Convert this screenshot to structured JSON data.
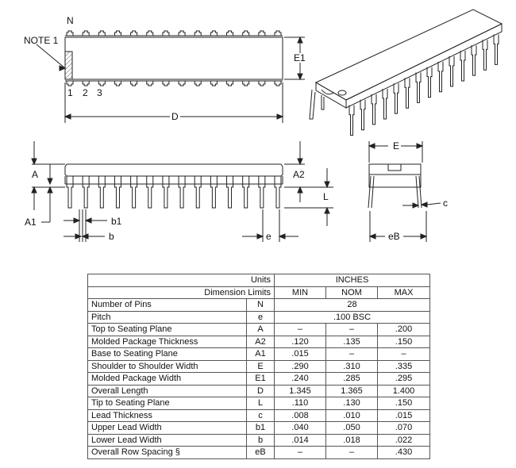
{
  "drawing": {
    "labels": {
      "N": "N",
      "note": "NOTE 1",
      "pin1": "1",
      "pin2": "2",
      "pin3": "3",
      "E1": "E1",
      "D": "D",
      "A": "A",
      "A1": "A1",
      "A2": "A2",
      "L": "L",
      "b1": "b1",
      "b": "b",
      "e": "e",
      "E": "E",
      "c": "c",
      "eB": "eB"
    },
    "pin_count": 28
  },
  "table": {
    "units_label": "Units",
    "units_value": "INCHES",
    "dim_limits_label": "Dimension Limits",
    "col_min": "MIN",
    "col_nom": "NOM",
    "col_max": "MAX",
    "rows": [
      {
        "name": "Number of Pins",
        "sym": "N",
        "span": "28"
      },
      {
        "name": "Pitch",
        "sym": "e",
        "span": ".100 BSC"
      },
      {
        "name": "Top to Seating Plane",
        "sym": "A",
        "min": "–",
        "nom": "–",
        "max": ".200"
      },
      {
        "name": "Molded Package Thickness",
        "sym": "A2",
        "min": ".120",
        "nom": ".135",
        "max": ".150"
      },
      {
        "name": "Base to Seating Plane",
        "sym": "A1",
        "min": ".015",
        "nom": "–",
        "max": "–"
      },
      {
        "name": "Shoulder to Shoulder Width",
        "sym": "E",
        "min": ".290",
        "nom": ".310",
        "max": ".335"
      },
      {
        "name": "Molded Package Width",
        "sym": "E1",
        "min": ".240",
        "nom": ".285",
        "max": ".295"
      },
      {
        "name": "Overall Length",
        "sym": "D",
        "min": "1.345",
        "nom": "1.365",
        "max": "1.400"
      },
      {
        "name": "Tip to Seating Plane",
        "sym": "L",
        "min": ".110",
        "nom": ".130",
        "max": ".150"
      },
      {
        "name": "Lead Thickness",
        "sym": "c",
        "min": ".008",
        "nom": ".010",
        "max": ".015"
      },
      {
        "name": "Upper Lead Width",
        "sym": "b1",
        "min": ".040",
        "nom": ".050",
        "max": ".070"
      },
      {
        "name": "Lower Lead Width",
        "sym": "b",
        "min": ".014",
        "nom": ".018",
        "max": ".022"
      },
      {
        "name": "Overall Row Spacing  §",
        "sym": "eB",
        "min": "–",
        "nom": "–",
        "max": ".430"
      }
    ]
  }
}
